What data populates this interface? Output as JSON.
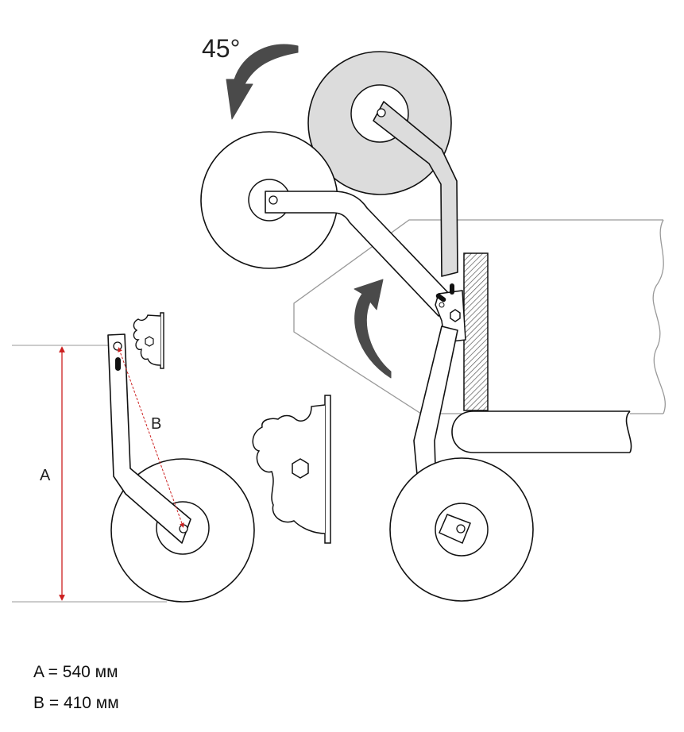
{
  "diagram": {
    "angle_label": "45°",
    "label_a": "A",
    "label_b": "B"
  },
  "legend": {
    "a": "A = 540 мм",
    "b": "B = 410 мм"
  },
  "colors": {
    "line": "#111111",
    "shaded_wheel": "#dcdcdc",
    "arrow": "#555555",
    "dimension": "#cc1f1f",
    "frame": "#999999"
  }
}
